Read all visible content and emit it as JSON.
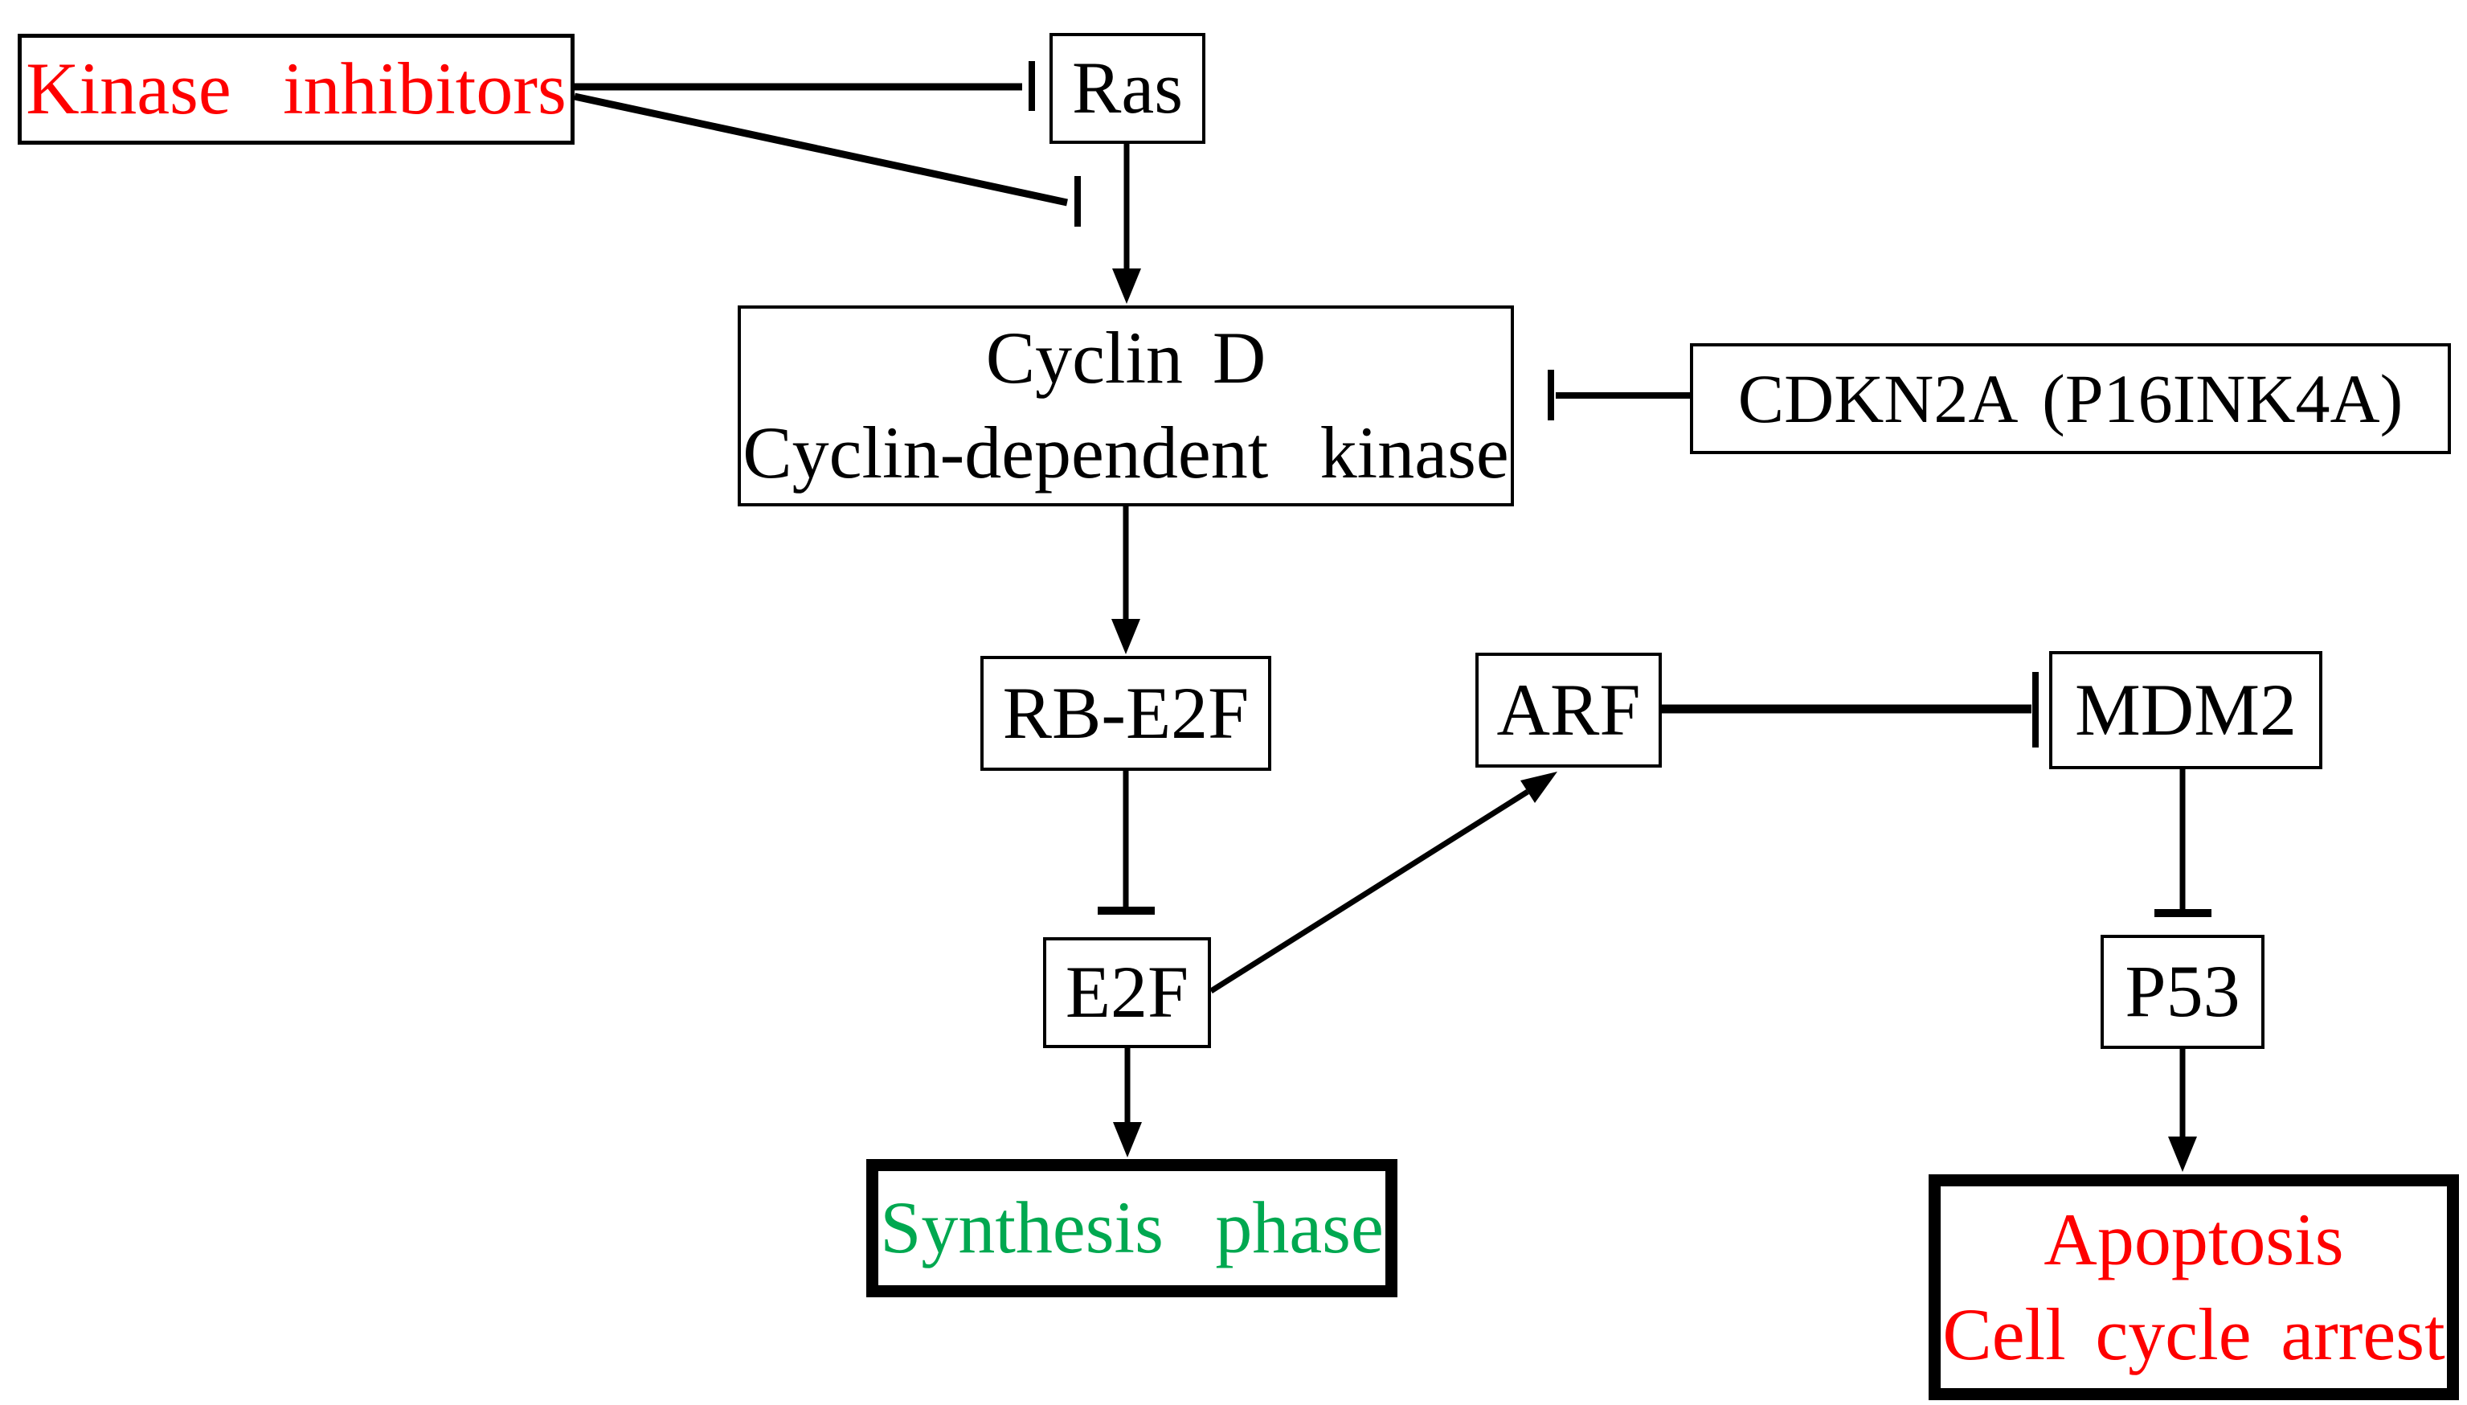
{
  "figure": {
    "type": "pathway-diagram",
    "background": "#ffffff",
    "palette": {
      "red_text": "#fe0000",
      "green_text": "#00a850",
      "line_black": "#000000",
      "box_fill": "#ffffff"
    },
    "nodes": [
      {
        "id": "kinase_inhibitors",
        "lines": [
          "Kinase inhibitors"
        ],
        "text_color": "#fe0000",
        "emphasis_border": false
      },
      {
        "id": "ras",
        "lines": [
          "Ras"
        ],
        "text_color": "#000000",
        "emphasis_border": false
      },
      {
        "id": "cyclin_cdk",
        "lines": [
          "Cyclin D",
          "Cyclin-dependent kinase"
        ],
        "text_color": "#000000",
        "emphasis_border": false
      },
      {
        "id": "cdkn2a",
        "lines": [
          "CDKN2A (P16INK4A)"
        ],
        "text_color": "#000000",
        "emphasis_border": false
      },
      {
        "id": "rb_e2f",
        "lines": [
          "RB-E2F"
        ],
        "text_color": "#000000",
        "emphasis_border": false
      },
      {
        "id": "arf",
        "lines": [
          "ARF"
        ],
        "text_color": "#000000",
        "emphasis_border": false
      },
      {
        "id": "mdm2",
        "lines": [
          "MDM2"
        ],
        "text_color": "#000000",
        "emphasis_border": false
      },
      {
        "id": "e2f",
        "lines": [
          "E2F"
        ],
        "text_color": "#000000",
        "emphasis_border": false
      },
      {
        "id": "p53",
        "lines": [
          "P53"
        ],
        "text_color": "#000000",
        "emphasis_border": false
      },
      {
        "id": "synthesis_phase",
        "lines": [
          "Synthesis phase"
        ],
        "text_color": "#00a850",
        "emphasis_border": true
      },
      {
        "id": "apoptosis_arrest",
        "lines": [
          "Apoptosis",
          "Cell cycle arrest"
        ],
        "text_color": "#fe0000",
        "emphasis_border": true
      }
    ],
    "edges": [
      {
        "from": "kinase_inhibitors",
        "to": "ras",
        "type": "inhibition"
      },
      {
        "from": "kinase_inhibitors",
        "to": "ras_cyclin_pathway",
        "type": "inhibition"
      },
      {
        "from": "ras",
        "to": "cyclin_cdk",
        "type": "activation"
      },
      {
        "from": "cdkn2a",
        "to": "cyclin_cdk",
        "type": "inhibition"
      },
      {
        "from": "cyclin_cdk",
        "to": "rb_e2f",
        "type": "activation"
      },
      {
        "from": "rb_e2f",
        "to": "e2f",
        "type": "inhibition"
      },
      {
        "from": "e2f",
        "to": "synthesis_phase",
        "type": "activation"
      },
      {
        "from": "e2f",
        "to": "arf",
        "type": "activation"
      },
      {
        "from": "arf",
        "to": "mdm2",
        "type": "inhibition"
      },
      {
        "from": "mdm2",
        "to": "p53",
        "type": "inhibition"
      },
      {
        "from": "p53",
        "to": "apoptosis_arrest",
        "type": "activation"
      }
    ]
  }
}
